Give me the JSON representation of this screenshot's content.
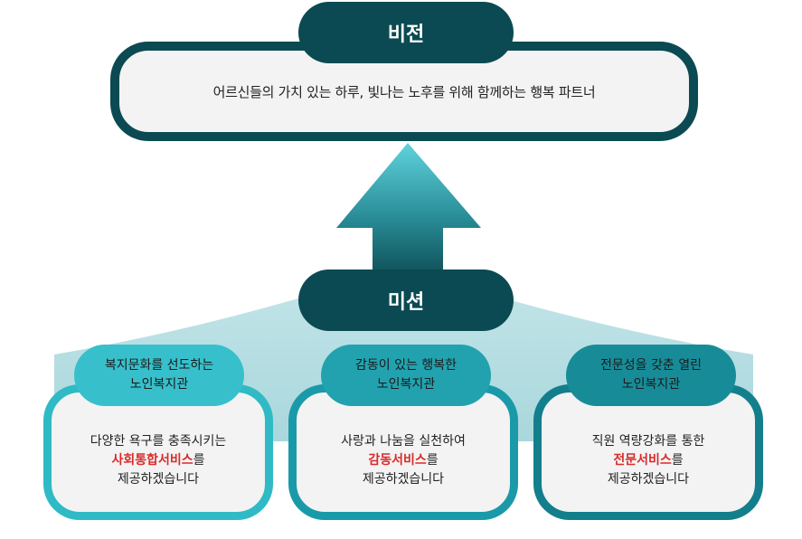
{
  "vision": {
    "title": "비전",
    "statement": "어르신들의 가치 있는 하루, 빛나는 노후를 위해 함께하는 행복 파트너"
  },
  "mission": {
    "title": "미션",
    "items": [
      {
        "tag_line1": "복지문화를 선도하는",
        "tag_line2": "노인복지관",
        "body_line1": "다양한 욕구를 충족시키는",
        "highlight": "사회통합서비스",
        "highlight_suffix": "를",
        "body_line3": "제공하겠습니다",
        "color": "#2fbac5"
      },
      {
        "tag_line1": "감동이 있는 행복한",
        "tag_line2": "노인복지관",
        "body_line1": "사랑과 나눔을 실천하여",
        "highlight": "감동서비스",
        "highlight_suffix": "를",
        "body_line3": "제공하겠습니다",
        "color": "#1a9aa8"
      },
      {
        "tag_line1": "전문성을 갖춘 열린",
        "tag_line2": "노인복지관",
        "body_line1": "직원 역량강화를 통한",
        "highlight": "전문서비스",
        "highlight_suffix": "를",
        "body_line3": "제공하겠습니다",
        "color": "#137f8c"
      }
    ]
  },
  "colors": {
    "dark_teal": "#0b4a52",
    "highlight_red": "#d92b2b",
    "fan_background": "#b3dde2",
    "box_background": "#f3f3f3"
  }
}
